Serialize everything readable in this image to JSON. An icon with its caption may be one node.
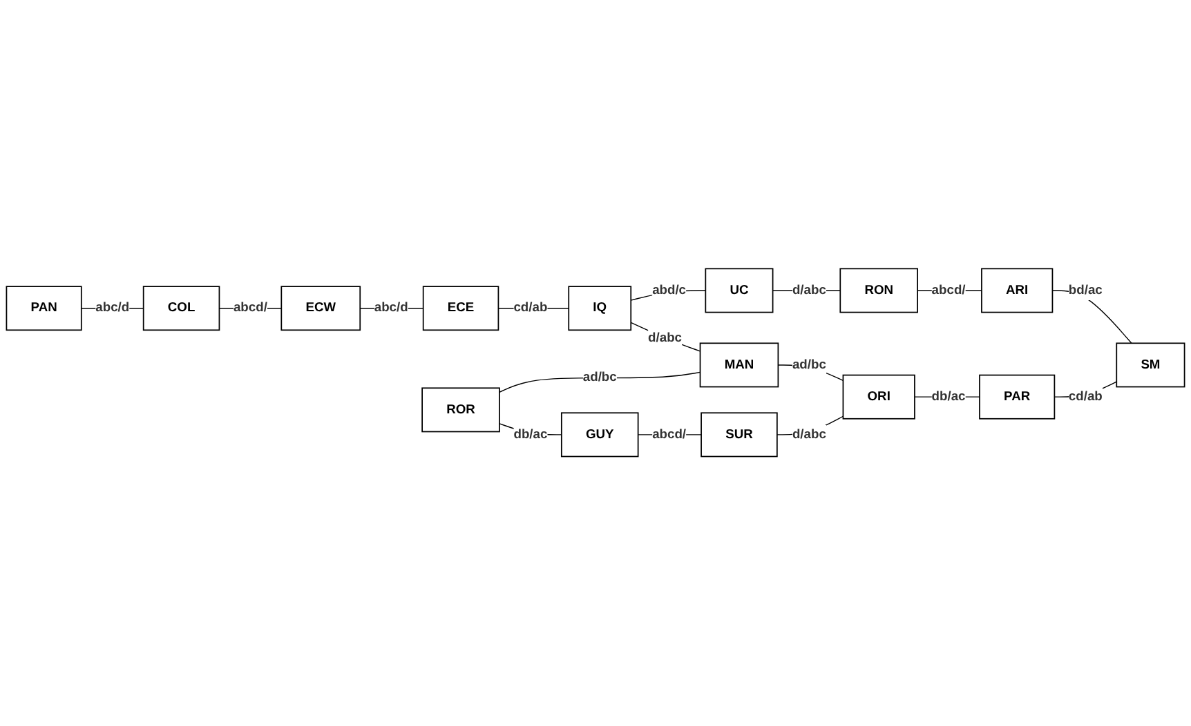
{
  "diagram": {
    "nodes": [
      {
        "text": [
          "PAN"
        ]
      },
      {
        "text": [
          "COL"
        ]
      },
      {
        "text": [
          "ECW"
        ]
      },
      {
        "text": [
          "ECE"
        ]
      },
      {
        "text": [
          "IQ"
        ]
      },
      {
        "text": [
          "UC"
        ]
      },
      {
        "text": [
          "ROR"
        ]
      },
      {
        "text": [
          "GUY"
        ]
      },
      {
        "text": [
          "SUR"
        ]
      },
      {
        "text": [
          "ORI"
        ]
      },
      {
        "text": [
          "MAN"
        ]
      },
      {
        "text": [
          "PAR"
        ]
      },
      {
        "text": [
          "RON"
        ]
      },
      {
        "text": [
          "ARI"
        ]
      },
      {
        "text": [
          "SM"
        ]
      }
    ],
    "edges": [
      {
        "from": 0,
        "to": 1,
        "arrow": "none",
        "label": "abc/d"
      },
      {
        "from": 1,
        "to": 2,
        "arrow": "none",
        "label": "abcd/"
      },
      {
        "from": 2,
        "to": 3,
        "arrow": "none",
        "label": "abc/d"
      },
      {
        "from": 3,
        "to": 4,
        "arrow": "none",
        "label": "cd/ab"
      },
      {
        "from": 4,
        "to": 5,
        "arrow": "none",
        "label": "abd/c"
      },
      {
        "from": 4,
        "to": 10,
        "arrow": "none",
        "label": "d/abc"
      },
      {
        "from": 6,
        "to": 10,
        "arrow": "none",
        "label": "ad/bc"
      },
      {
        "from": 6,
        "to": 7,
        "arrow": "none",
        "label": "db/ac"
      },
      {
        "from": 7,
        "to": 8,
        "arrow": "none",
        "label": "abcd/"
      },
      {
        "from": 8,
        "to": 9,
        "arrow": "none",
        "label": "d/abc"
      },
      {
        "from": 10,
        "to": 9,
        "arrow": "none",
        "label": "ad/bc"
      },
      {
        "from": 9,
        "to": 11,
        "arrow": "none",
        "label": "db/ac"
      },
      {
        "from": 11,
        "to": 14,
        "arrow": "none",
        "label": "cd/ab"
      },
      {
        "from": 5,
        "to": 12,
        "arrow": "none",
        "label": "d/abc"
      },
      {
        "from": 12,
        "to": 13,
        "arrow": "none",
        "label": "abcd/"
      },
      {
        "from": 13,
        "to": 14,
        "arrow": "none",
        "label": "bd/ac"
      }
    ]
  }
}
